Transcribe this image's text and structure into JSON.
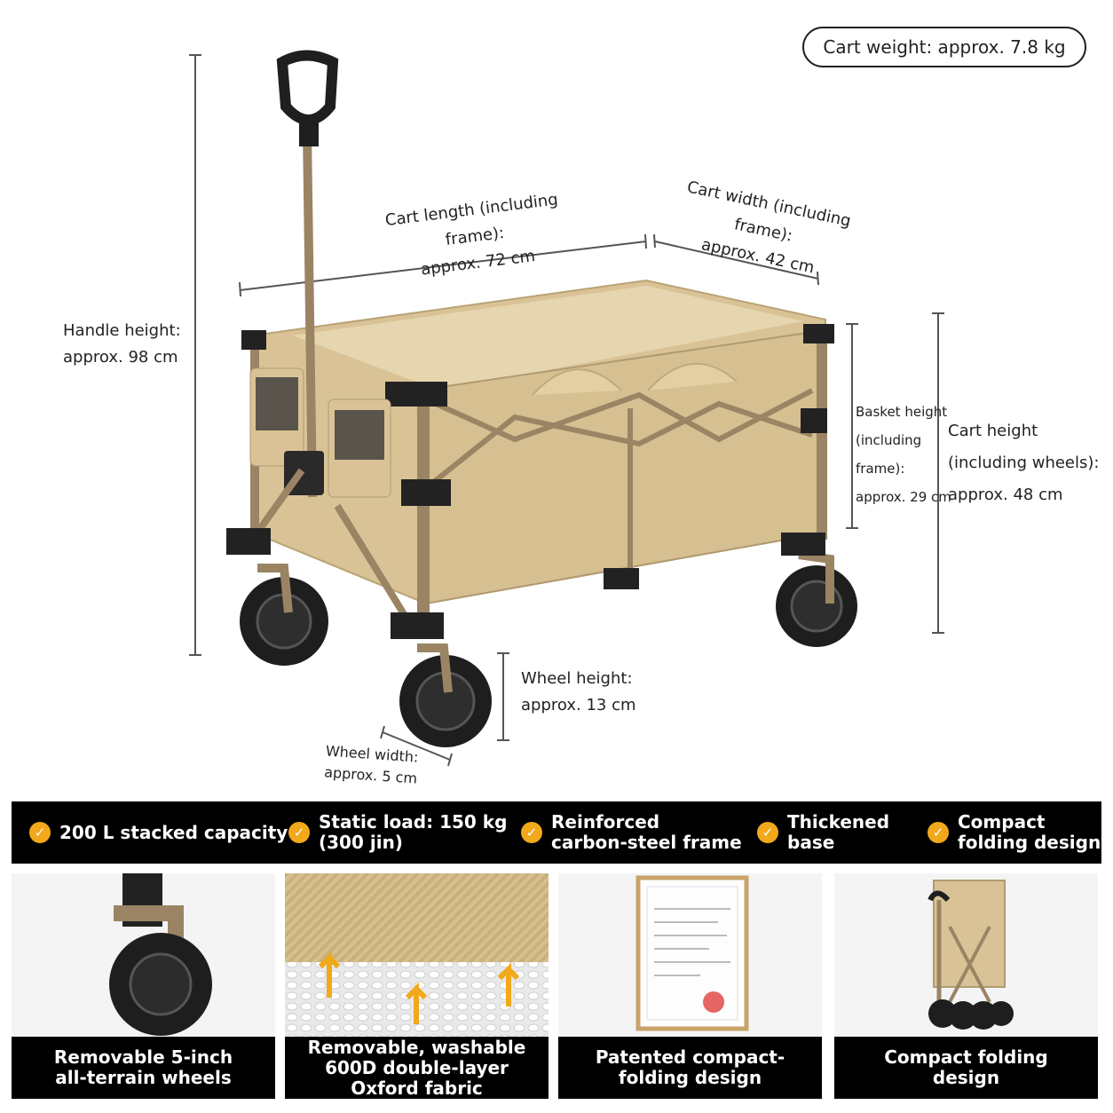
{
  "weight": "Cart weight: approx. 7.8 kg",
  "dims": {
    "length_1": "Cart length (including frame):",
    "length_2": "approx. 72 cm",
    "width_1": "Cart width (including frame):",
    "width_2": "approx. 42 cm",
    "handle_1": "Handle height:",
    "handle_2": "approx. 98 cm",
    "basket_1": "Basket height",
    "basket_2": "(including",
    "basket_3": "frame):",
    "basket_4": "approx. 29 cm",
    "cart_h_1": "Cart height",
    "cart_h_2": "(including wheels):",
    "cart_h_3": "approx. 48 cm",
    "wheel_h_1": "Wheel height:",
    "wheel_h_2": "approx. 13 cm",
    "wheel_w_1": "Wheel width:",
    "wheel_w_2": "approx. 5 cm"
  },
  "features": [
    {
      "l1": "200 L stacked capacity",
      "l2": ""
    },
    {
      "l1": "Static load: 150 kg",
      "l2": "(300 jin)"
    },
    {
      "l1": "Reinforced",
      "l2": "carbon-steel frame"
    },
    {
      "l1": "Thickened",
      "l2": "base"
    },
    {
      "l1": "Compact",
      "l2": "folding design"
    }
  ],
  "panels": [
    {
      "l1": "Removable 5-inch",
      "l2": "all-terrain wheels",
      "l3": ""
    },
    {
      "l1": "Removable, washable",
      "l2": "600D double-layer",
      "l3": "Oxford fabric"
    },
    {
      "l1": "Patented compact-",
      "l2": "folding design",
      "l3": ""
    },
    {
      "l1": "Compact folding",
      "l2": "design",
      "l3": ""
    }
  ],
  "colors": {
    "fabric": "#dcc79a",
    "frame": "#9a8464",
    "accent": "#f1a81a"
  }
}
